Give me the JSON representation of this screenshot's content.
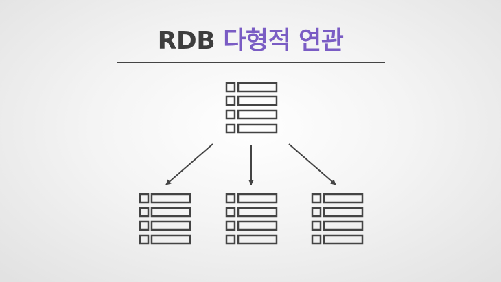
{
  "title": {
    "prefix": "RDB",
    "highlight": "다형적 연관"
  },
  "colors": {
    "title_text": "#3d3d3d",
    "title_accent": "#7a5cc4",
    "lines": "#444444"
  },
  "diagram": {
    "parent": {
      "icon": "table-icon",
      "rows": 4
    },
    "children": [
      {
        "icon": "table-icon",
        "rows": 4
      },
      {
        "icon": "table-icon",
        "rows": 4
      },
      {
        "icon": "table-icon",
        "rows": 4
      }
    ]
  }
}
